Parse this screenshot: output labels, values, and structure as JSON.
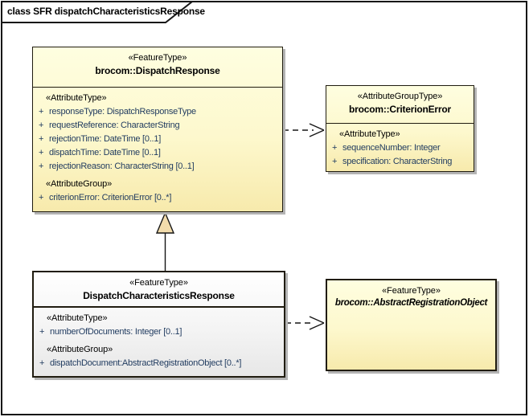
{
  "diagram": {
    "frame_title": "class SFR dispatchCharacteristicsResponse"
  },
  "colors": {
    "class_fill_top": "#FEFEE0",
    "class_fill_bottom": "#F7EAAC",
    "highlight_fill_top": "#FFFFFF",
    "highlight_fill_bottom": "#E7E7E7",
    "border": "#161616",
    "attribute_text": "#1F3A5F",
    "generalization_triangle_fill": "#F2DCAC",
    "shadow": "#B4B4B4"
  },
  "classes": {
    "dispatchResponse": {
      "stereotype": "«FeatureType»",
      "name": "brocom::DispatchResponse",
      "attrTypeHeading": "«AttributeType»",
      "attrGroupHeading": "«AttributeGroup»",
      "attributes": [
        {
          "vis": "+",
          "text": "responseType: DispatchResponseType"
        },
        {
          "vis": "+",
          "text": "requestReference: CharacterString"
        },
        {
          "vis": "+",
          "text": "rejectionTime: DateTime [0..1]"
        },
        {
          "vis": "+",
          "text": "dispatchTime: DateTime [0..1]"
        },
        {
          "vis": "+",
          "text": "rejectionReason: CharacterString [0..1]"
        }
      ],
      "groupAttributes": [
        {
          "vis": "+",
          "text": "criterionError: CriterionError [0..*]"
        }
      ]
    },
    "criterionError": {
      "stereotype": "«AttributeGroupType»",
      "name": "brocom::CriterionError",
      "attrTypeHeading": "«AttributeType»",
      "attributes": [
        {
          "vis": "+",
          "text": "sequenceNumber: Integer"
        },
        {
          "vis": "+",
          "text": "specification: CharacterString"
        }
      ]
    },
    "dispatchCharacteristicsResponse": {
      "stereotype": "«FeatureType»",
      "name": "DispatchCharacteristicsResponse",
      "attrTypeHeading": "«AttributeType»",
      "attrGroupHeading": "«AttributeGroup»",
      "attributes": [
        {
          "vis": "+",
          "text": "numberOfDocuments: Integer [0..1]"
        }
      ],
      "groupAttributes": [
        {
          "vis": "+",
          "text": "dispatchDocument:AbstractRegistrationObject [0..*]"
        }
      ]
    },
    "abstractRegistrationObject": {
      "stereotype": "«FeatureType»",
      "name": "brocom::AbstractRegistrationObject"
    }
  }
}
